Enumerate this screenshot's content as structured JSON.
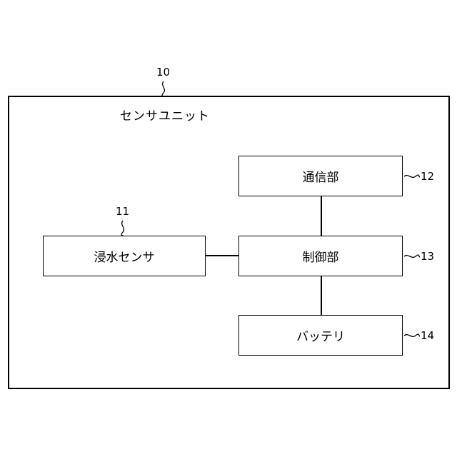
{
  "diagram": {
    "unit": {
      "label": "センサユニット",
      "ref": "10"
    },
    "blocks": [
      {
        "id": "sensor",
        "label": "浸水センサ",
        "ref": "11"
      },
      {
        "id": "comm",
        "label": "通信部",
        "ref": "12"
      },
      {
        "id": "control",
        "label": "制御部",
        "ref": "13"
      },
      {
        "id": "battery",
        "label": "バッテリ",
        "ref": "14"
      }
    ]
  }
}
